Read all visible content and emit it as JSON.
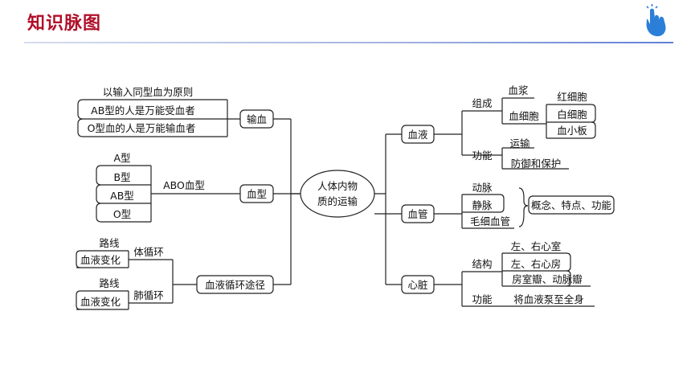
{
  "header": {
    "title": "知识脉图",
    "accent_color": "#b0102a",
    "logo_icon": "hand-touch-icon"
  },
  "center": {
    "line1": "人体内物",
    "line2": "质的运输"
  },
  "left": {
    "transfusion": {
      "label": "输血",
      "items": [
        "以输入同型血为原则",
        "AB型的人是万能受血者",
        "O型血的人是万能输血者"
      ]
    },
    "blood_type": {
      "label": "血型",
      "sub": "ABO血型",
      "items": [
        "A型",
        "B型",
        "AB型",
        "O型"
      ]
    },
    "circulation": {
      "label": "血液循环途径",
      "systemic": {
        "label": "体循环",
        "items": [
          "路线",
          "血液变化"
        ]
      },
      "pulmonary": {
        "label": "肺循环",
        "items": [
          "路线",
          "血液变化"
        ]
      }
    }
  },
  "right": {
    "blood": {
      "label": "血液",
      "composition": {
        "label": "组成",
        "plasma": "血浆",
        "cells": {
          "label": "血细胞",
          "items": [
            "红细胞",
            "白细胞",
            "血小板"
          ]
        }
      },
      "function": {
        "label": "功能",
        "items": [
          "运输",
          "防御和保护"
        ]
      }
    },
    "vessels": {
      "label": "血管",
      "items": [
        "动脉",
        "静脉",
        "毛细血管"
      ],
      "note": "概念、特点、功能"
    },
    "heart": {
      "label": "心脏",
      "structure": {
        "label": "结构",
        "items": [
          "左、右心室",
          "左、右心房",
          "房室瓣、动脉瓣"
        ]
      },
      "function": {
        "label": "功能",
        "value": "将血液泵至全身"
      }
    }
  }
}
